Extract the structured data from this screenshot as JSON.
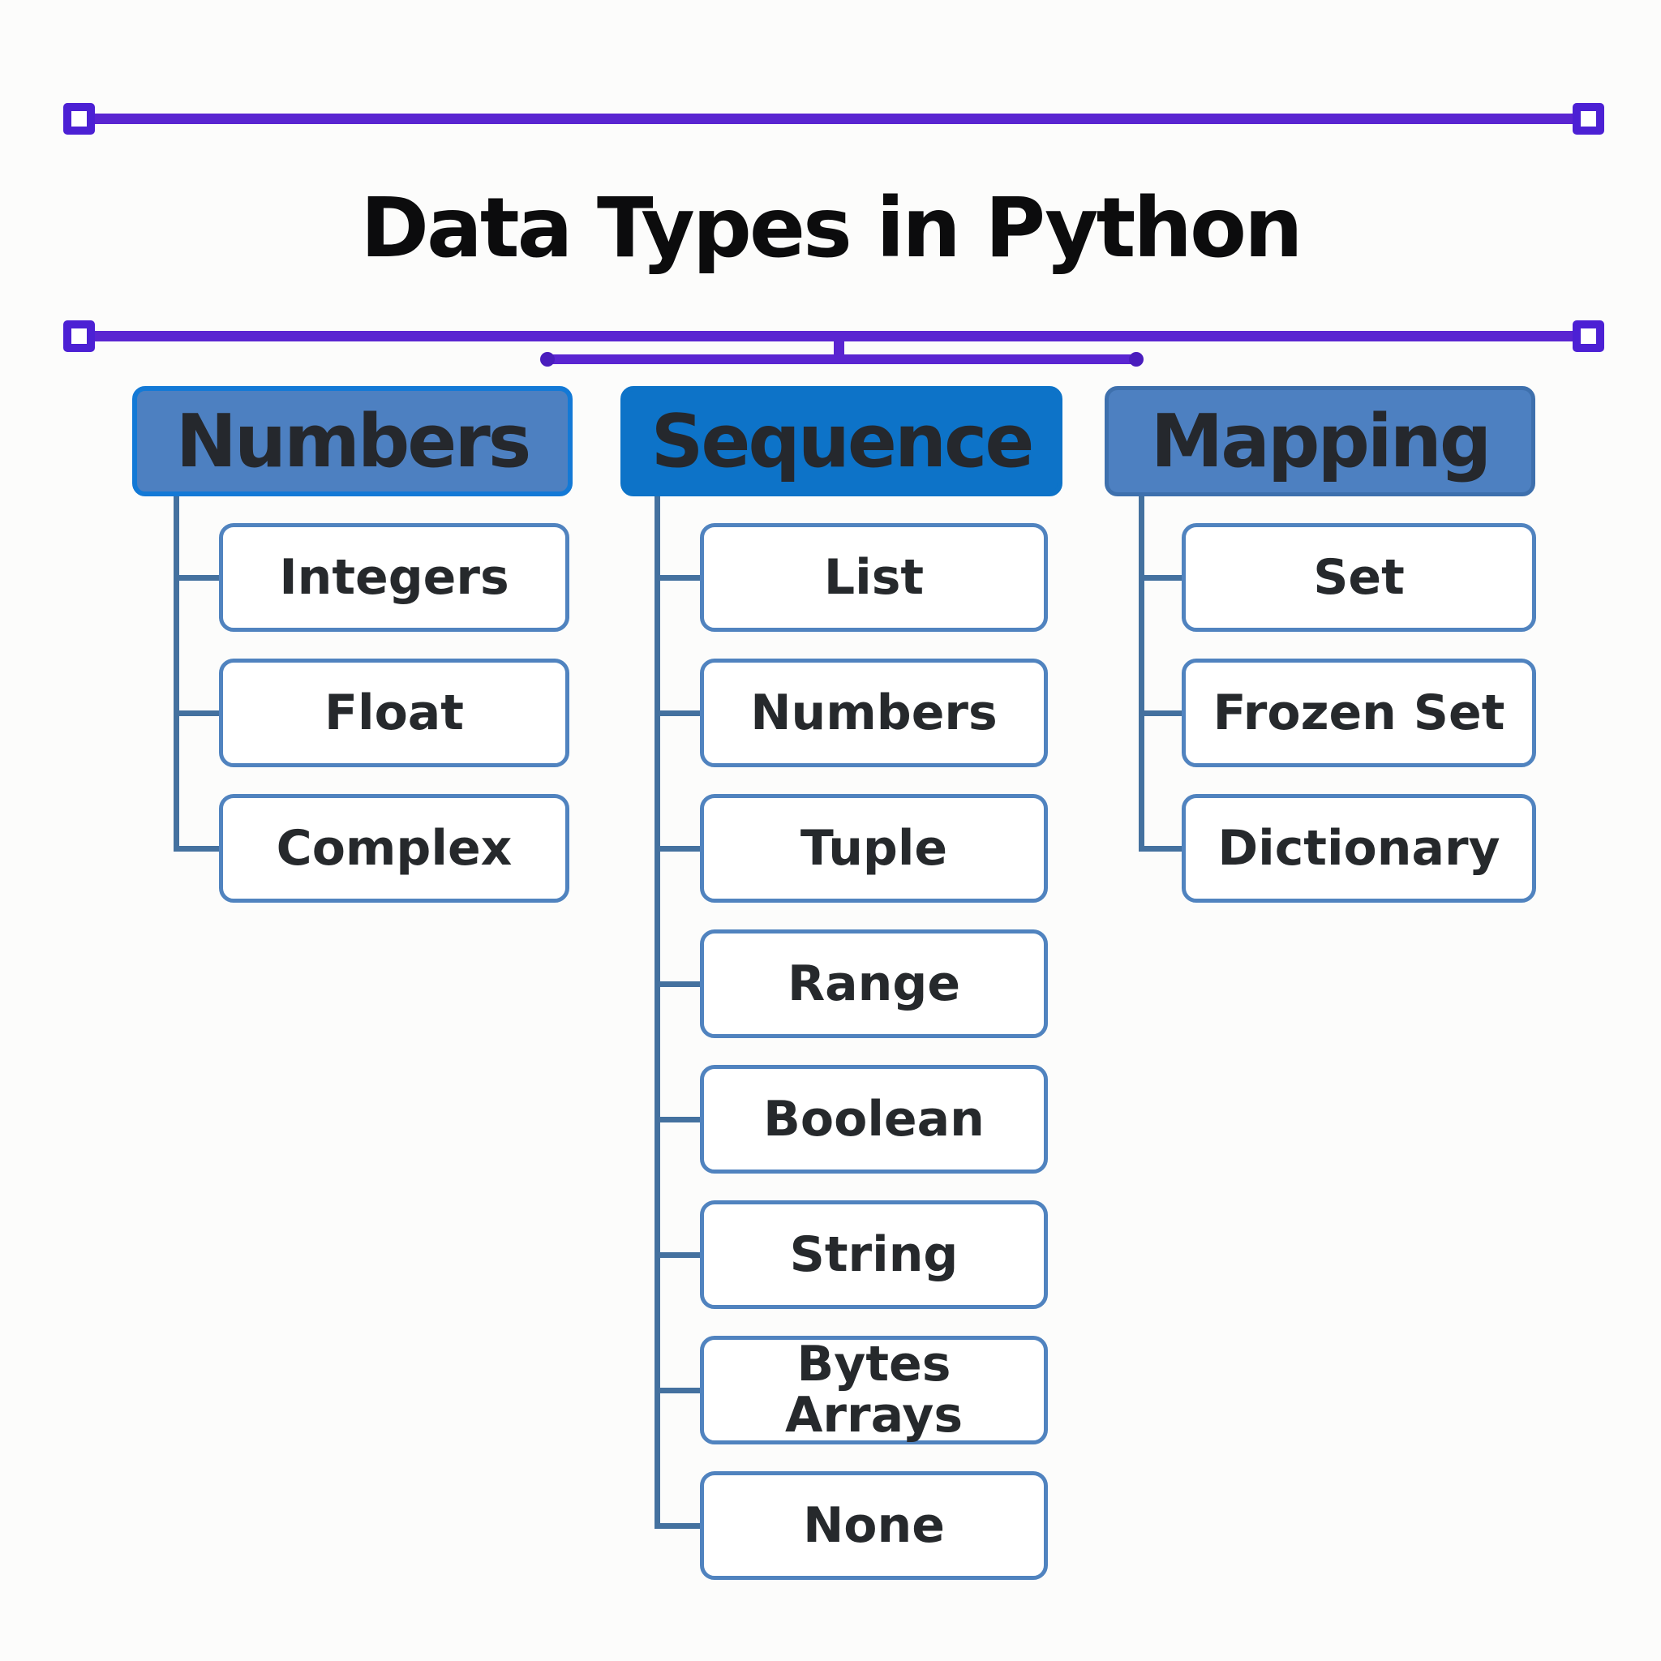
{
  "title": "Data Types in Python",
  "columns": [
    {
      "header": "Numbers",
      "items": [
        "Integers",
        "Float",
        "Complex"
      ]
    },
    {
      "header": "Sequence",
      "items": [
        "List",
        "Numbers",
        "Tuple",
        "Range",
        "Boolean",
        "String",
        "Bytes\nArrays",
        "None"
      ]
    },
    {
      "header": "Mapping",
      "items": [
        "Set",
        "Frozen Set",
        "Dictionary"
      ]
    }
  ],
  "colors": {
    "rail_purple": "#5a25d1",
    "handle_purple": "#4c20d4",
    "header_blue": "#4d80c1",
    "header_blue_strong": "#0d73c8",
    "header_border_bright": "#1379d6",
    "node_border": "#5083bf",
    "connector_blue": "#44719f",
    "text_dark": "#26292c",
    "title_black": "#0c0c0d",
    "background": "#fcfcfb"
  }
}
